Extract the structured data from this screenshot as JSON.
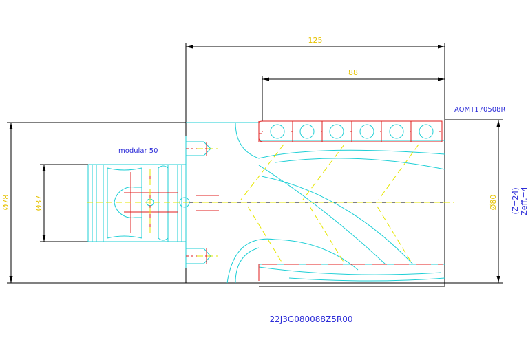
{
  "dimensions": {
    "overall_length": "125",
    "cutting_length": "88",
    "diameter_cutter": "Ø80",
    "diameter_body": "Ø78",
    "diameter_shank": "Ø37"
  },
  "labels": {
    "insert": "AOMT170508R",
    "adapter": "modular 50",
    "teeth_total": "(Z=24)",
    "teeth_effective": "Zeff.=4",
    "part_code": "22J3G080088Z5R00"
  },
  "colors": {
    "outline": "#000000",
    "body": "#1ecfd6",
    "cut": "#e01c1c",
    "center": "#e6e600",
    "annotation": "#2d2dd8"
  }
}
